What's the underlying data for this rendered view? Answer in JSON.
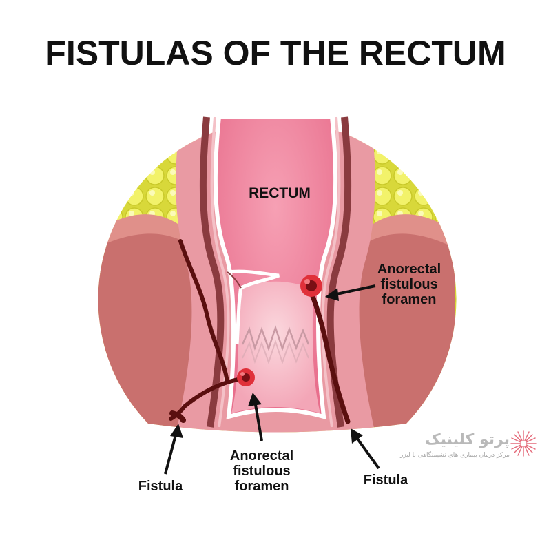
{
  "title": "FISTULAS OF THE RECTUM",
  "labels": {
    "rectum": "RECTUM",
    "foramen_right": [
      "Anorectal",
      "fistulous",
      "foramen"
    ],
    "foramen_bottom": [
      "Anorectal",
      "fistulous",
      "foramen"
    ],
    "fistula_left": "Fistula",
    "fistula_right": "Fistula"
  },
  "watermark": {
    "brand": "پرتو کلینیک",
    "tagline": "مرکز درمان بیماری های نشیمنگاهی با لیزر"
  },
  "colors": {
    "fat": "#e8e84a",
    "muscle": "#c9706e",
    "mucosa": "#f07e9a",
    "lumen": "#f8c4cf",
    "wall_dark": "#8a3b3f",
    "fistula": "#5a0f0f",
    "foramen": "#e0303a"
  }
}
